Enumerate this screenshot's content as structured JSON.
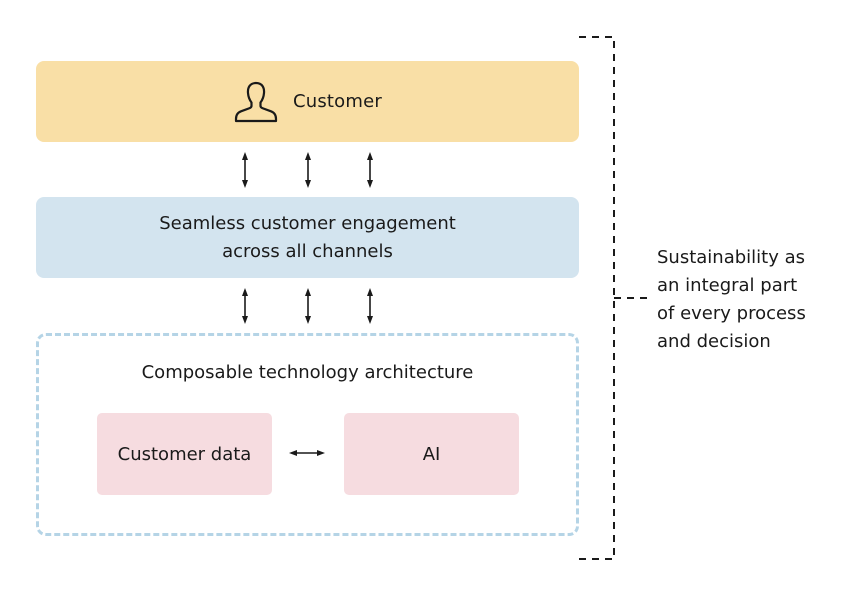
{
  "customer": {
    "label": "Customer",
    "icon": "person-outline-icon"
  },
  "engagement": {
    "lines": [
      "Seamless customer engagement",
      "across all channels"
    ]
  },
  "architecture": {
    "title": "Composable technology architecture",
    "components": [
      "Customer data",
      "AI"
    ]
  },
  "sustainability_note": {
    "lines": [
      "Sustainability as",
      "an integral part",
      "of every process",
      "and decision"
    ]
  },
  "colors": {
    "customer_fill": "#f9dfa6",
    "engagement_fill": "#d3e4ef",
    "architecture_border": "#b5d4e6",
    "component_fill": "#f6dce0",
    "line": "#1a1a1a"
  }
}
